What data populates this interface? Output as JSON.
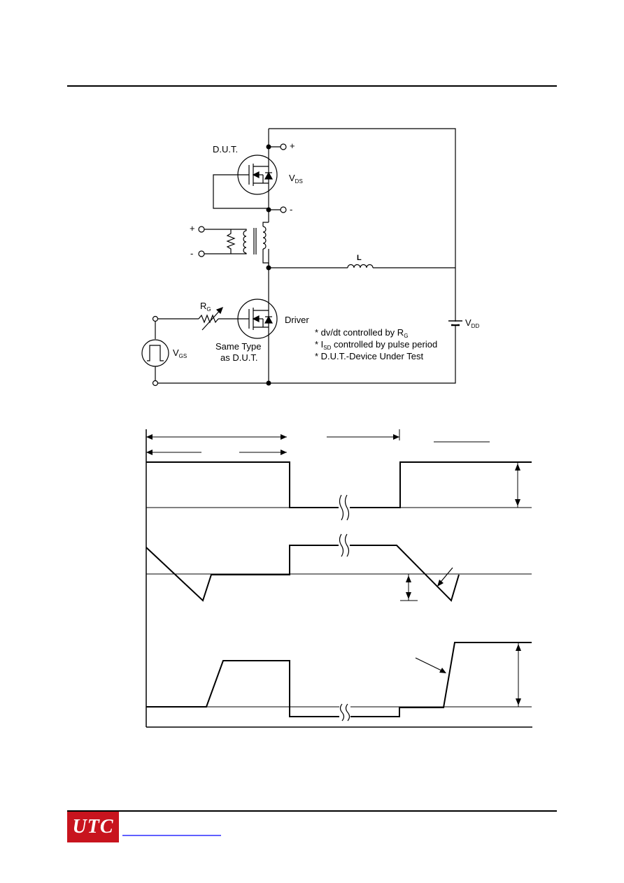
{
  "circuit": {
    "dut_label": "D.U.T.",
    "vds_main": "V",
    "vds_sub": "DS",
    "plus": "+",
    "minus": "-",
    "inductor_label": "L",
    "rg_main": "R",
    "rg_sub": "G",
    "driver_label": "Driver",
    "same_type_line1": "Same Type",
    "same_type_line2": "as D.U.T.",
    "vgs_main": "V",
    "vgs_sub": "GS",
    "vdd_main": "V",
    "vdd_sub": "DD",
    "note1_main": "* dv/dt controlled by R",
    "note1_sub": "G",
    "note2_pre": "* I",
    "note2_sub": "SD",
    "note2_post": " controlled by pulse period",
    "note3": "* D.U.T.-Device Under Test"
  },
  "footer": {
    "logo_text": "UTC"
  },
  "colors": {
    "ink": "#000000",
    "logo_red": "#c8141e",
    "link_blue": "#0000ff"
  }
}
